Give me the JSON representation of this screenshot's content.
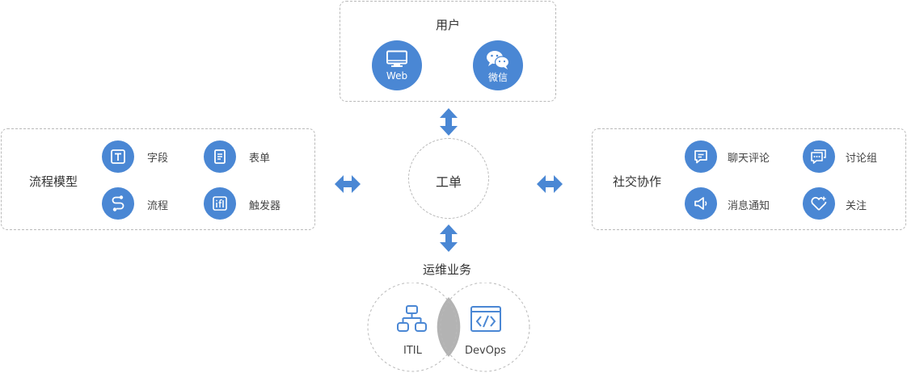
{
  "user": {
    "title": "用户",
    "items": [
      {
        "label": "Web",
        "icon": "monitor-icon"
      },
      {
        "label": "微信",
        "icon": "wechat-icon"
      }
    ]
  },
  "process": {
    "title": "流程模型",
    "items": [
      {
        "label": "字段",
        "icon": "text-field-icon"
      },
      {
        "label": "表单",
        "icon": "form-icon"
      },
      {
        "label": "流程",
        "icon": "workflow-icon"
      },
      {
        "label": "触发器",
        "icon": "trigger-icon"
      }
    ]
  },
  "center": {
    "title": "工单"
  },
  "social": {
    "title": "社交协作",
    "items": [
      {
        "label": "聊天评论",
        "icon": "chat-icon"
      },
      {
        "label": "讨论组",
        "icon": "discussion-icon"
      },
      {
        "label": "消息通知",
        "icon": "speaker-icon"
      },
      {
        "label": "关注",
        "icon": "heart-plus-icon"
      }
    ]
  },
  "ops": {
    "title": "运维业务",
    "items": [
      {
        "label": "ITIL",
        "icon": "hierarchy-icon"
      },
      {
        "label": "DevOps",
        "icon": "code-icon"
      }
    ]
  },
  "colors": {
    "accent": "#4a87d4",
    "border": "#b9b9b9",
    "overlap": "#b3b3b3"
  }
}
